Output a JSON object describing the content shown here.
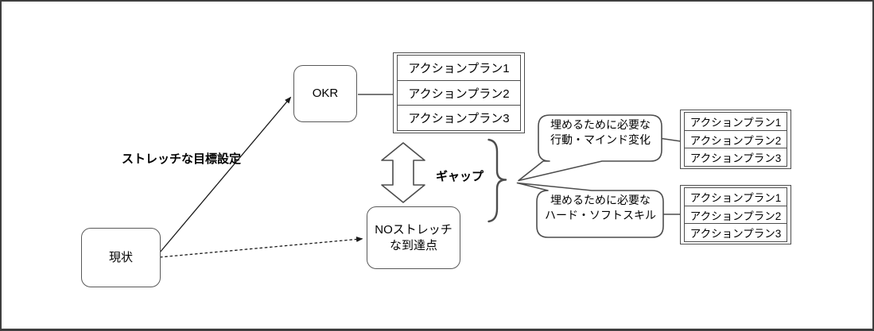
{
  "diagram": {
    "nodes": {
      "current_state": {
        "label": "現状"
      },
      "okr": {
        "label": "OKR"
      },
      "no_stretch_goal": {
        "line1": "NOストレッチ",
        "line2": "な到達点"
      }
    },
    "edge_labels": {
      "stretch_goal": "ストレッチな目標設定",
      "gap": "ギャップ"
    },
    "callouts": {
      "mind_change": {
        "line1": "埋めるために必要な",
        "line2": "行動・マインド変化"
      },
      "hard_soft_skill": {
        "line1": "埋めるために必要な",
        "line2": "ハード・ソフトスキル"
      }
    },
    "stacks": {
      "okr_plans": {
        "items": [
          "アクションプラン1",
          "アクションプラン2",
          "アクションプラン3"
        ]
      },
      "mind_plans": {
        "items": [
          "アクションプラン1",
          "アクションプラン2",
          "アクションプラン3"
        ]
      },
      "skill_plans": {
        "items": [
          "アクションプラン1",
          "アクションプラン2",
          "アクションプラン3"
        ]
      }
    },
    "colors": {
      "frame_border": "#3f3f3f",
      "node_stroke": "#595959",
      "stack_stroke": "#4d4d4d",
      "arrow_stroke": "#1a1a1a",
      "background": "#ffffff"
    }
  }
}
